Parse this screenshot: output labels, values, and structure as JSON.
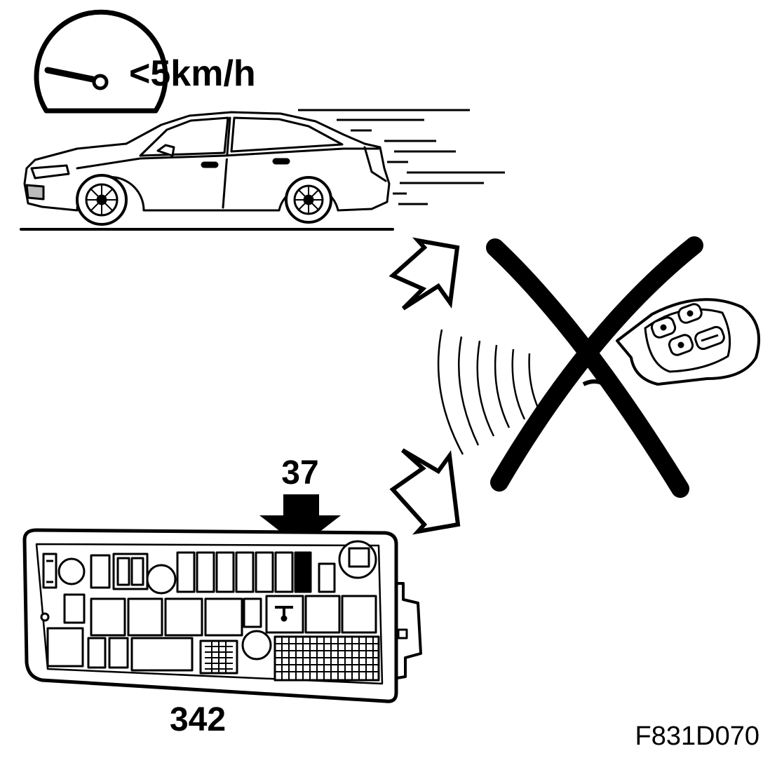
{
  "speed_label": "<5km/h",
  "fuse_label": "37",
  "unit_label": "342",
  "figure_id": "F831D070",
  "colors": {
    "ink": "#000000",
    "paper": "#ffffff",
    "fill": "#bbbbbb"
  },
  "icons": [
    "speedometer-icon",
    "car-icon",
    "arrow-icon",
    "remote-key-icon",
    "cross-icon",
    "fuse-box-icon"
  ]
}
